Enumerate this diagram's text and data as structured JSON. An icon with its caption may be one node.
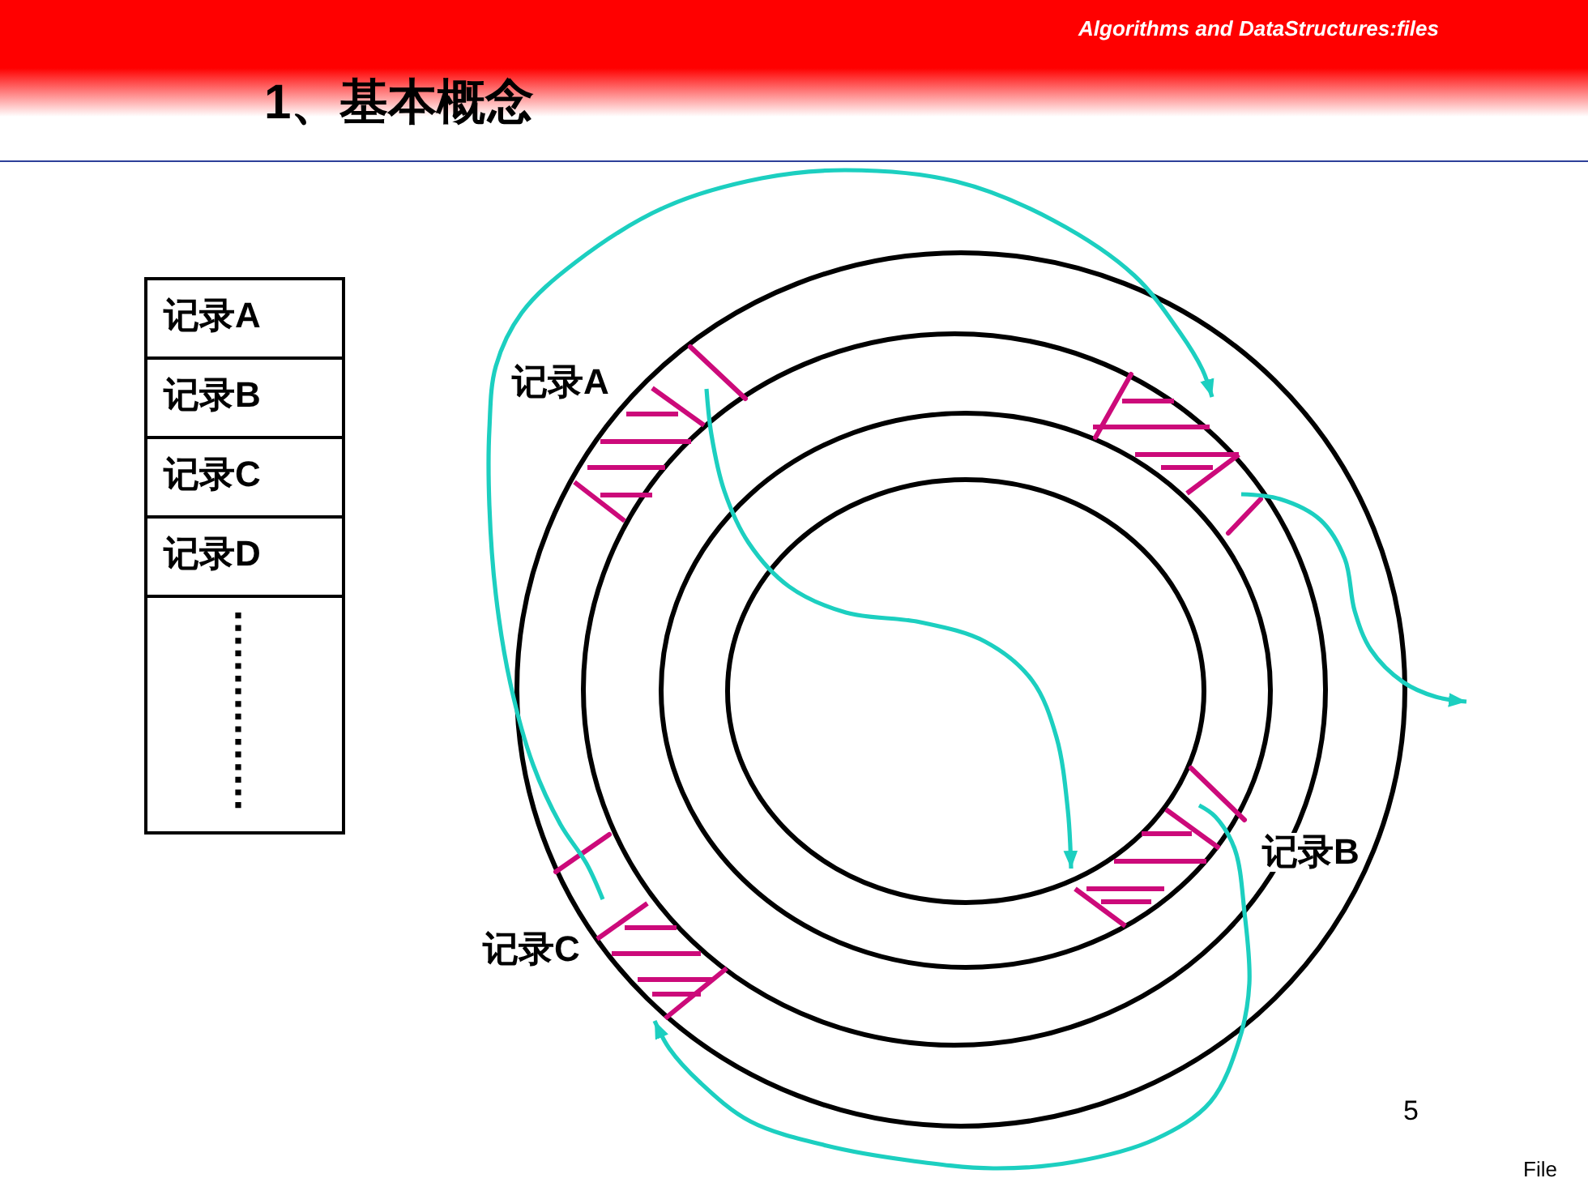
{
  "diagram": {
    "title": "1、基本概念",
    "nodes": [
      {
        "text": [
          "记录A"
        ]
      },
      {
        "text": [
          "记录B"
        ]
      },
      {
        "text": [
          "记录C"
        ]
      },
      {
        "text": [
          "记录D"
        ]
      },
      {
        "text": [],
        "shape": "box"
      },
      {
        "text": [
          "记录A"
        ]
      },
      {
        "text": [
          "记录B"
        ]
      },
      {
        "text": [
          "记录C"
        ]
      },
      {
        "text": [],
        "shape": "bar"
      }
    ],
    "edges": [
      {
        "from": 5,
        "to": 6,
        "arrow": "to"
      },
      {
        "from": 6,
        "to": 7,
        "arrow": "to"
      },
      {
        "from": 7,
        "to": 8,
        "arrow": "to"
      },
      {
        "from": 8,
        "to": null,
        "arrow": "to"
      }
    ],
    "labels": [
      "Algorithms and DataStructures:files",
      "5",
      "File"
    ]
  }
}
